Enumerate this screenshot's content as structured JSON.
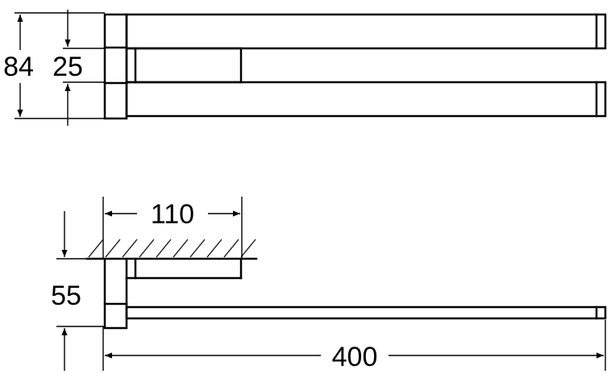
{
  "dimensions": {
    "total_height": "84",
    "bar_gap": "25",
    "wall_depth": "110",
    "offset_height": "55",
    "length": "400"
  }
}
